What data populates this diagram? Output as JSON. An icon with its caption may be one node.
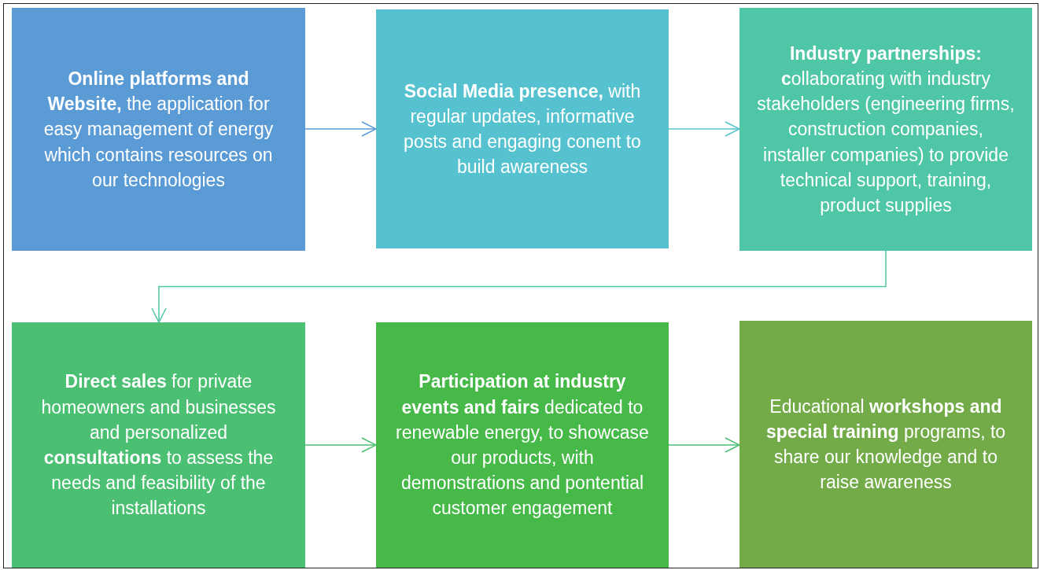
{
  "diagram": {
    "nodes": [
      {
        "text": [
          "**Online platforms and Website,** the application for easy management of energy which contains resources on our technologies"
        ]
      },
      {
        "text": [
          "**Social Media presence,** with regular updates, informative posts and engaging conent to build awareness"
        ]
      },
      {
        "text": [
          "**Industry partnerships:** **c**ollaborating with industry stakeholders (engineering firms, construction companies, installer companies) to provide technical support, training, product supplies"
        ]
      },
      {
        "text": [
          "**Direct sales** for private homeowners and businesses and personalized **consultations** to assess the needs and feasibility of the installations"
        ]
      },
      {
        "text": [
          "**Participation at industry events and fairs** dedicated to renewable energy, to showcase our products, with demonstrations and pontential customer engagement"
        ]
      },
      {
        "text": [
          "Educational **workshops and special training** programs, to share our knowledge and to raise awareness"
        ]
      }
    ],
    "edges": [
      {
        "from": 0,
        "to": 1,
        "arrow": "to",
        "color": "#5b9bd5"
      },
      {
        "from": 1,
        "to": 2,
        "arrow": "to",
        "color": "#57c2cf"
      },
      {
        "from": 2,
        "to": 3,
        "arrow": "to",
        "color": "#4fc6a6"
      },
      {
        "from": 3,
        "to": 4,
        "arrow": "to",
        "color": "#4bbf72"
      },
      {
        "from": 4,
        "to": 5,
        "arrow": "to",
        "color": "#4bbf72"
      }
    ]
  }
}
